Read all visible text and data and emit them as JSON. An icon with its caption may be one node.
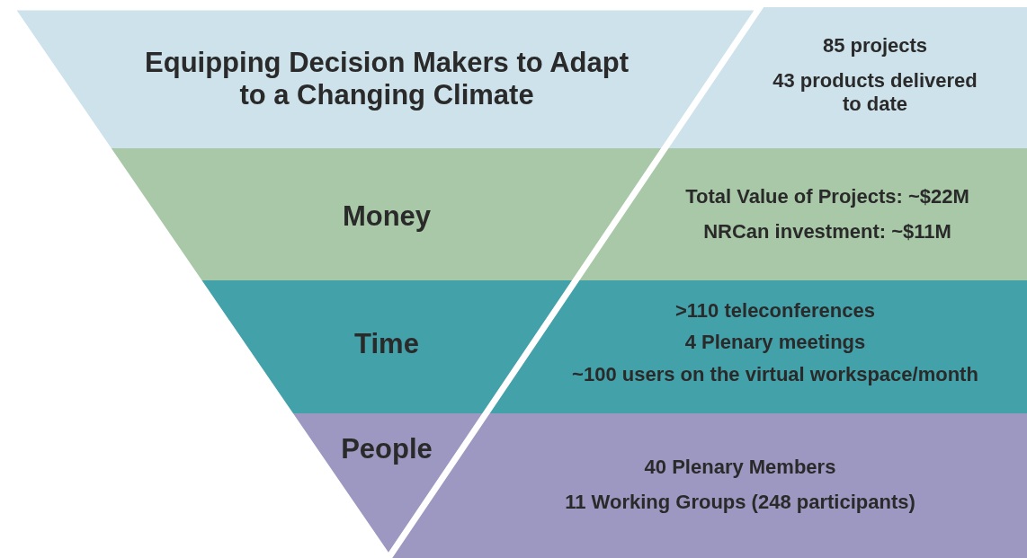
{
  "diagram": {
    "nodes": [
      {
        "text": [
          "Equipping Decision Makers to Adapt to a Changing Climate",
          "85 projects",
          "43 products delivered to date"
        ]
      },
      {
        "text": [
          "Money",
          "Total Value of Projects: ~$22M",
          "NRCan investment: ~$11M"
        ]
      },
      {
        "text": [
          "Time",
          ">110 teleconferences",
          "4 Plenary meetings",
          "~100 users on the virtual workspace/month"
        ]
      },
      {
        "text": [
          "People",
          "40 Plenary Members",
          "11 Working Groups (248 participants)"
        ]
      }
    ],
    "edges": []
  }
}
